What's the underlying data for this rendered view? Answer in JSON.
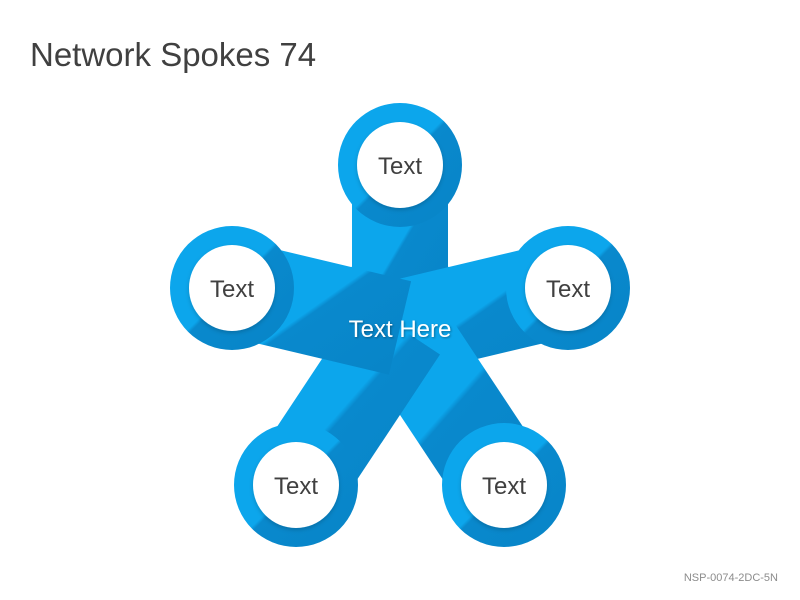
{
  "page": {
    "title": "Network Spokes 74",
    "code": "NSP-0074-2DC-5N"
  },
  "diagram": {
    "center_label": "Text Here",
    "nodes": [
      {
        "label": "Text"
      },
      {
        "label": "Text"
      },
      {
        "label": "Text"
      },
      {
        "label": "Text"
      },
      {
        "label": "Text"
      }
    ],
    "colors": {
      "spoke_light": "#0ca6ec",
      "spoke_dark": "#0989cd",
      "node_fill": "#ffffff",
      "text": "#404040",
      "center_text": "#ffffff"
    }
  }
}
